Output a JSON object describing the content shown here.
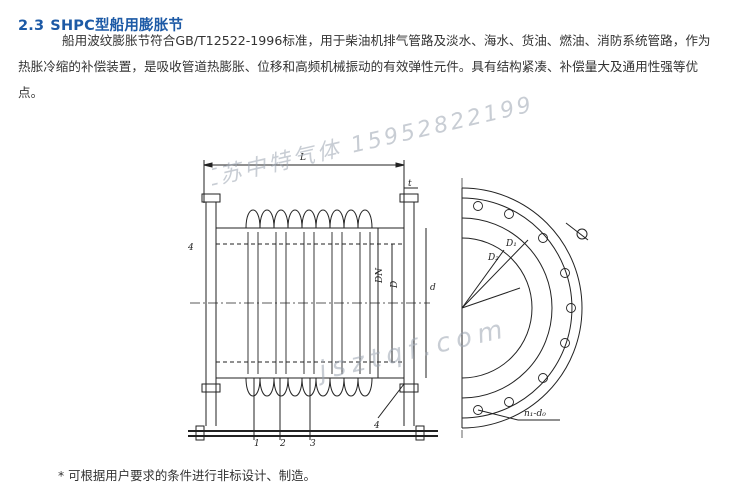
{
  "section": {
    "number": "2.3",
    "title": "SHPC型船用膨胀节"
  },
  "description": "船用波纹膨胀节符合GB/T12522-1996标准，用于柴油机排气管路及淡水、海水、货油、燃油、消防系统管路，作为热胀冷缩的补偿装置，是吸收管道热膨胀、位移和高频机械振动的有效弹性元件。具有结构紧凑、补偿量大及通用性强等优点。",
  "drawing": {
    "labels": {
      "length": "L",
      "dn": "DN",
      "d_inner": "D",
      "d": "d",
      "thickness": "t",
      "d1": "D₁",
      "d2": "D₂",
      "bolt_holes": "n₁-d₀",
      "part1": "1",
      "part2": "2",
      "part3": "3",
      "part4": "4",
      "part4b": "4"
    }
  },
  "watermark": {
    "company": "江苏中特气体 15952822199",
    "site": "jsztqf.com"
  },
  "footnote": "* 可根据用户要求的条件进行非标设计、制造。"
}
